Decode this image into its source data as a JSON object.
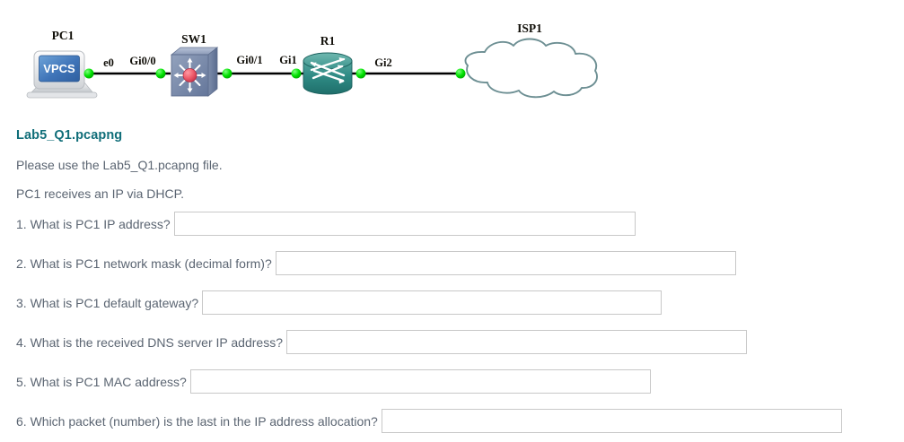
{
  "topology": {
    "devices": [
      {
        "name": "PC1",
        "type": "vpcs-workstation",
        "screen_text": "VPCS"
      },
      {
        "name": "SW1",
        "type": "switch"
      },
      {
        "name": "R1",
        "type": "router"
      },
      {
        "name": "ISP1",
        "type": "cloud"
      }
    ],
    "interfaces": [
      {
        "label": "e0",
        "device": "PC1"
      },
      {
        "label": "Gi0/0",
        "device": "SW1"
      },
      {
        "label": "Gi0/1",
        "device": "SW1"
      },
      {
        "label": "Gi1",
        "device": "R1"
      },
      {
        "label": "Gi2",
        "device": "R1"
      }
    ],
    "colors": {
      "link_line": "#000000",
      "link_endpoint": "#00dd00",
      "switch_body": "#7b8ba8",
      "router_body": "#2f8b85",
      "cloud_stroke": "#6d8f93",
      "pc_screen": "#4a7fc1"
    }
  },
  "content": {
    "file_heading": "Lab5_Q1.pcapng",
    "paragraphs": [
      "Please use the Lab5_Q1.pcapng file.",
      "PC1 receives an IP via DHCP."
    ],
    "questions": [
      {
        "label": "1. What is PC1 IP address?",
        "value": "",
        "placeholder": ""
      },
      {
        "label": "2. What is PC1 network mask (decimal form)?",
        "value": "",
        "placeholder": ""
      },
      {
        "label": "3. What is PC1 default gateway?",
        "value": "",
        "placeholder": ""
      },
      {
        "label": "4. What is the received DNS server IP address?",
        "value": "",
        "placeholder": ""
      },
      {
        "label": "5. What is PC1 MAC address?",
        "value": "",
        "placeholder": ""
      },
      {
        "label": "6. Which packet (number) is the last in the IP address allocation?",
        "value": "",
        "placeholder": ""
      }
    ],
    "colors": {
      "heading": "#106e79",
      "body_text": "#5b6572",
      "input_border": "#c8c8c8",
      "page_background": "#ffffff"
    }
  }
}
